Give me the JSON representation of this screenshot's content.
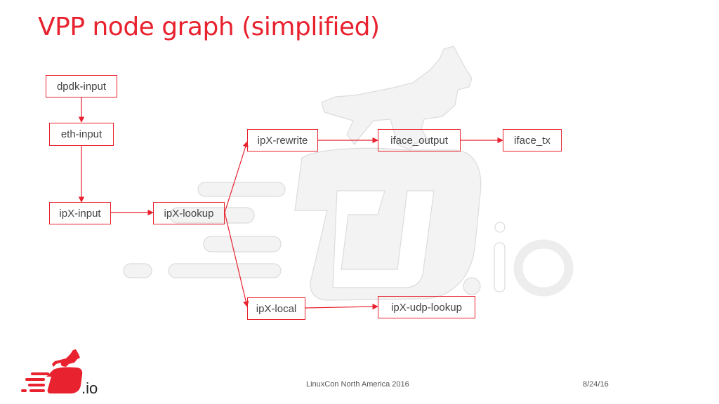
{
  "slide": {
    "title": "VPP node graph (simplified)",
    "footer_center": "LinuxCon North America 2016",
    "footer_date": "8/24/16"
  },
  "graph": {
    "nodes": {
      "dpdk_input": "dpdk-input",
      "eth_input": "eth-input",
      "ipx_input": "ipX-input",
      "ipx_lookup": "ipX-lookup",
      "ipx_rewrite": "ipX-rewrite",
      "iface_output": "iface_output",
      "iface_tx": "iface_tx",
      "ipx_local": "ipX-local",
      "ipx_udp_lookup": "ipX-udp-lookup"
    },
    "edges": [
      [
        "dpdk-input",
        "eth-input"
      ],
      [
        "eth-input",
        "ipX-input"
      ],
      [
        "ipX-input",
        "ipX-lookup"
      ],
      [
        "ipX-lookup",
        "ipX-rewrite"
      ],
      [
        "ipX-lookup",
        "ipX-local"
      ],
      [
        "ipX-rewrite",
        "iface_output"
      ],
      [
        "iface_output",
        "iface_tx"
      ],
      [
        "ipX-local",
        "ipX-udp-lookup"
      ]
    ]
  },
  "logo": {
    "watermark_text": ".io",
    "small_text": ".io"
  },
  "colors": {
    "accent": "#e8222e",
    "node_text": "#444444",
    "watermark": "#f1f1f1"
  }
}
